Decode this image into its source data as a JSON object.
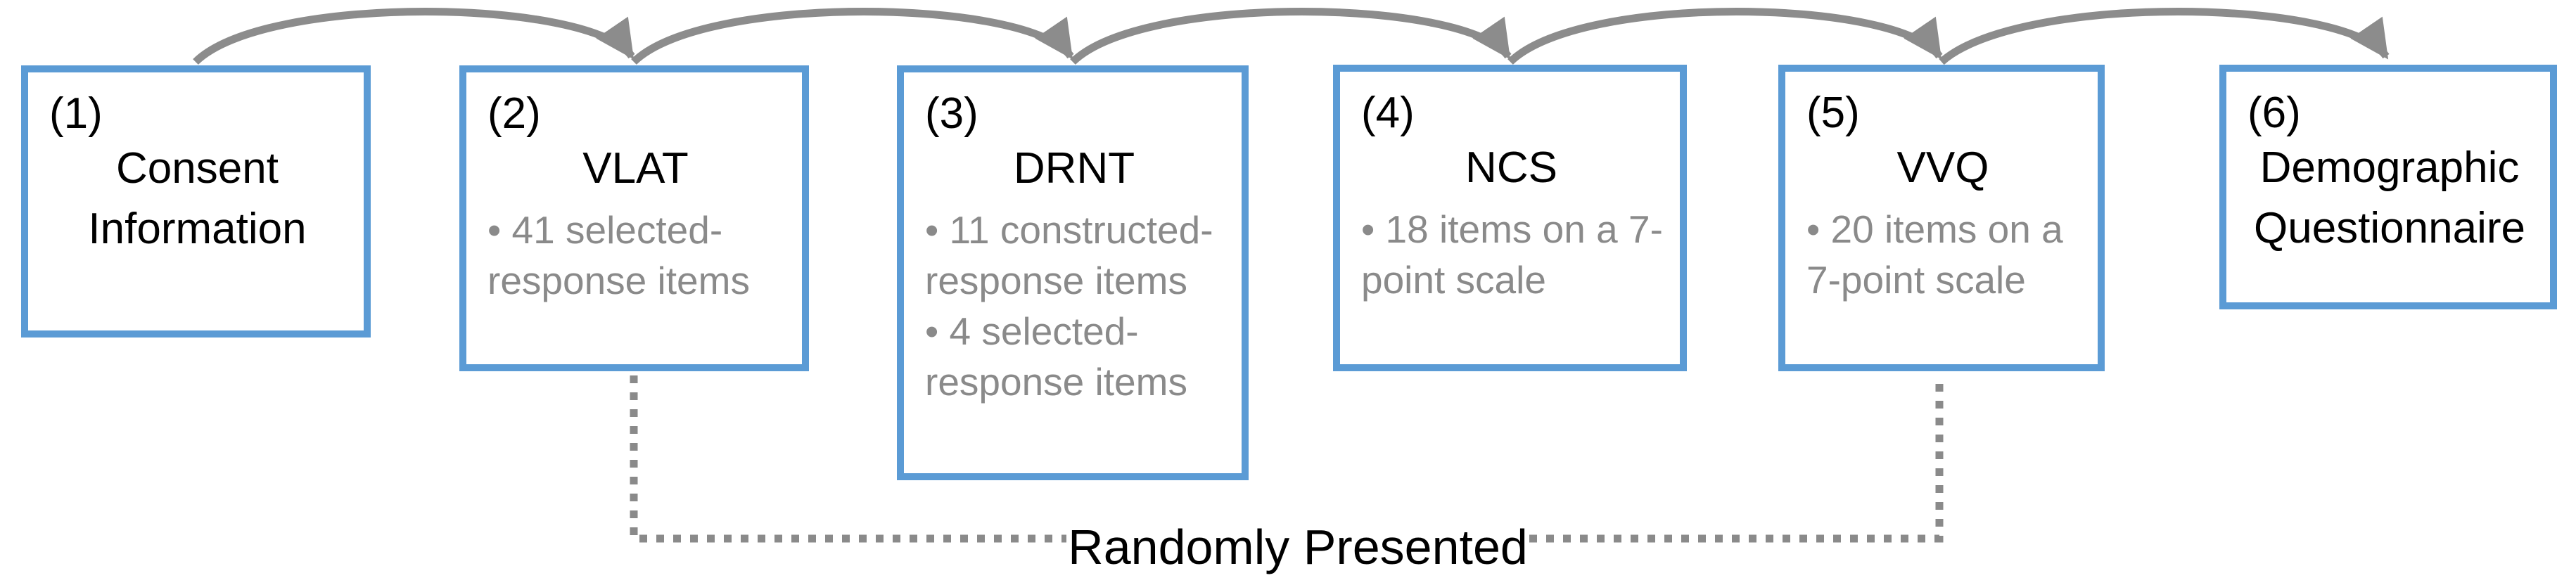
{
  "diagram": {
    "title": "Study procedure flow",
    "colors": {
      "box_border_blue": "#5B9BD5",
      "arrow_gray": "#8C8C8C",
      "dotted_gray": "#8A8A8A",
      "bullet_text_gray": "#8A8A8A",
      "title_text": "#000000"
    },
    "boxes": [
      {
        "number": "(1)",
        "title": "Consent\nInformation",
        "bullets": []
      },
      {
        "number": "(2)",
        "title": "VLAT",
        "bullets": [
          "• 41 selected-\nresponse items"
        ]
      },
      {
        "number": "(3)",
        "title": "DRNT",
        "bullets": [
          "• 11 constructed-\nresponse items",
          "• 4 selected-\nresponse items"
        ]
      },
      {
        "number": "(4)",
        "title": "NCS",
        "bullets": [
          "• 18 items on a 7-\npoint scale"
        ]
      },
      {
        "number": "(5)",
        "title": "VVQ",
        "bullets": [
          "• 20 items on a\n7-point scale"
        ]
      },
      {
        "number": "(6)",
        "title": "Demographic\nQuestionnaire",
        "bullets": []
      }
    ],
    "connector_label": "Randomly Presented"
  }
}
